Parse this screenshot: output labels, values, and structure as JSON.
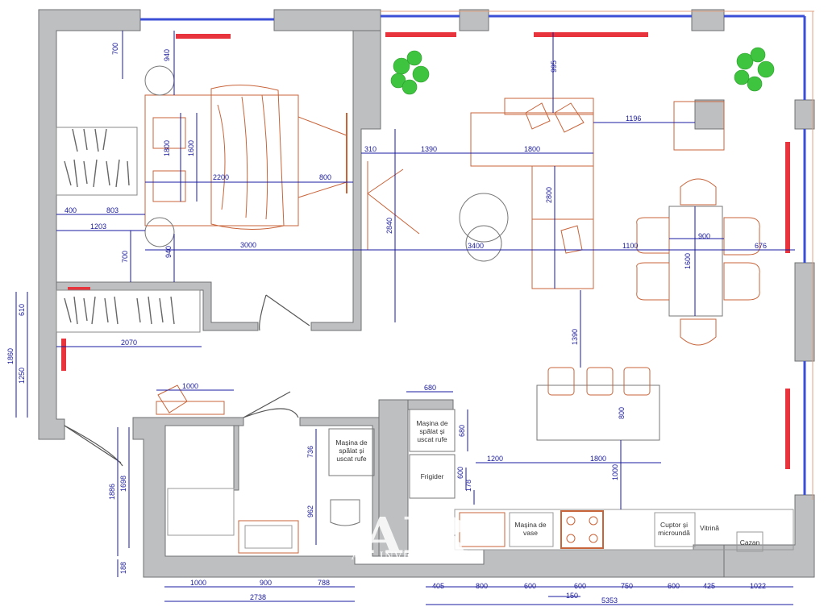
{
  "dimensions": {
    "bedroom": [
      "700",
      "940",
      "1800",
      "1600",
      "2200",
      "800",
      "400",
      "803",
      "1203",
      "700",
      "940",
      "3000"
    ],
    "wardrobe": [
      "610",
      "1860",
      "1250",
      "2070"
    ],
    "living": [
      "995",
      "1196",
      "310",
      "1390",
      "1800",
      "2800",
      "2840",
      "3400",
      "1100",
      "900",
      "1600",
      "676",
      "1390"
    ],
    "kitchen": [
      "680",
      "680",
      "800",
      "736",
      "600",
      "178",
      "1200",
      "1800",
      "1000",
      "962"
    ],
    "bathroom": [
      "1000",
      "1886",
      "1698",
      "188"
    ],
    "bottom": [
      "1000",
      "900",
      "788",
      "2738",
      "405",
      "800",
      "600",
      "600",
      "750",
      "600",
      "425",
      "1022",
      "150",
      "5353"
    ]
  },
  "labels": {
    "washer_bath": "Mașina de spălat și uscat rufe",
    "washer_kitchen": "Mașina de spălat și uscat rufe",
    "fridge": "Frigider",
    "dishwasher": "Mașina de vase",
    "oven": "Cuptor și microundă",
    "vitrine": "Vitrină",
    "boiler": "Cazan"
  },
  "watermark": {
    "logo": "AIR",
    "tagline": "ALL INVEST REALTY"
  },
  "colors": {
    "wall": "#bdbfc1",
    "furniture": "#c8643a",
    "dimension": "#1a1aa0",
    "radiator": "#e8343c",
    "window": "#3b4fd6",
    "plant": "#3fc43f"
  }
}
